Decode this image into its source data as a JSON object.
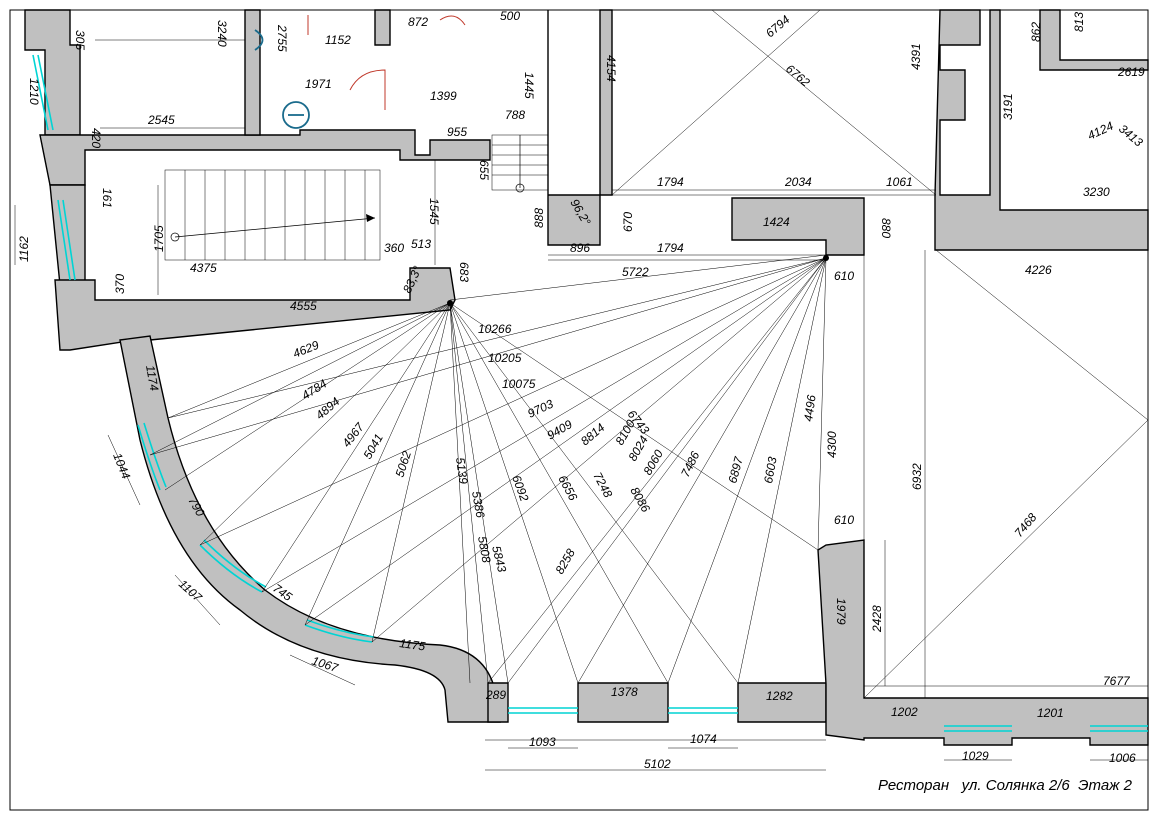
{
  "caption": "Ресторан   ул. Солянка 2/6  Этаж 2",
  "colors": {
    "wall": "#c0c0c0",
    "glazing": "#00d4d4",
    "door": "#c0392b",
    "fixture": "#1a6b8c"
  },
  "top_dims": [
    "305",
    "3240",
    "2755",
    "1152",
    "872",
    "500",
    "1971",
    "1399",
    "1445",
    "788",
    "955",
    "655",
    "2545",
    "420",
    "1210",
    "161",
    "4154",
    "6794",
    "6762",
    "4391",
    "862",
    "813",
    "2619",
    "3191",
    "4124",
    "3413",
    "3230"
  ],
  "stair_dims": [
    "1705",
    "4375",
    "370",
    "1162",
    "360",
    "513",
    "1545",
    "683",
    "888",
    "896",
    "670"
  ],
  "angles": [
    "96,2°",
    "83,3°"
  ],
  "mid_dims": [
    "1794",
    "2034",
    "1061",
    "1794",
    "1424",
    "880",
    "610",
    "5722",
    "4226",
    "4555"
  ],
  "ray_dims_left": [
    "10266",
    "10205",
    "10075",
    "9703",
    "9409",
    "8814",
    "4629",
    "4784",
    "4894",
    "4967",
    "5041",
    "5062",
    "5139",
    "5386",
    "5808",
    "5843",
    "6092",
    "6656",
    "8258",
    "7248"
  ],
  "ray_dims_right": [
    "6743",
    "8100",
    "8024",
    "8060",
    "8086",
    "7486",
    "6897",
    "6603",
    "4496",
    "4300"
  ],
  "curve_dims": [
    "1174",
    "1044",
    "790",
    "1107",
    "745",
    "1067",
    "1175"
  ],
  "bottom_dims": [
    "289",
    "1378",
    "1282",
    "1093",
    "1074",
    "5102",
    "610",
    "1979",
    "2428",
    "6932",
    "7468",
    "7677",
    "1202",
    "1201",
    "1029",
    "1006"
  ]
}
